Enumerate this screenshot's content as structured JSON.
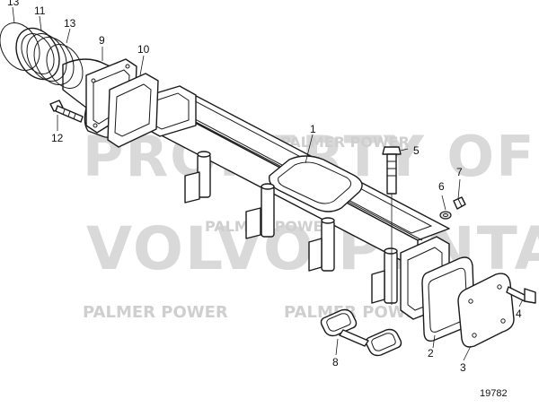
{
  "watermarks": {
    "line1": "PROPERTY OF",
    "line2": "VOLVO PENTA",
    "brand_top": "PALMER POWER",
    "brand_mid": "PALMER POWER",
    "brand_left": "PALMER POWER",
    "brand_right": "PALMER POWER"
  },
  "callouts": [
    "1",
    "2",
    "3",
    "4",
    "5",
    "6",
    "7",
    "8",
    "9",
    "10",
    "11",
    "12",
    "13",
    "13"
  ],
  "reference_number": "19782"
}
